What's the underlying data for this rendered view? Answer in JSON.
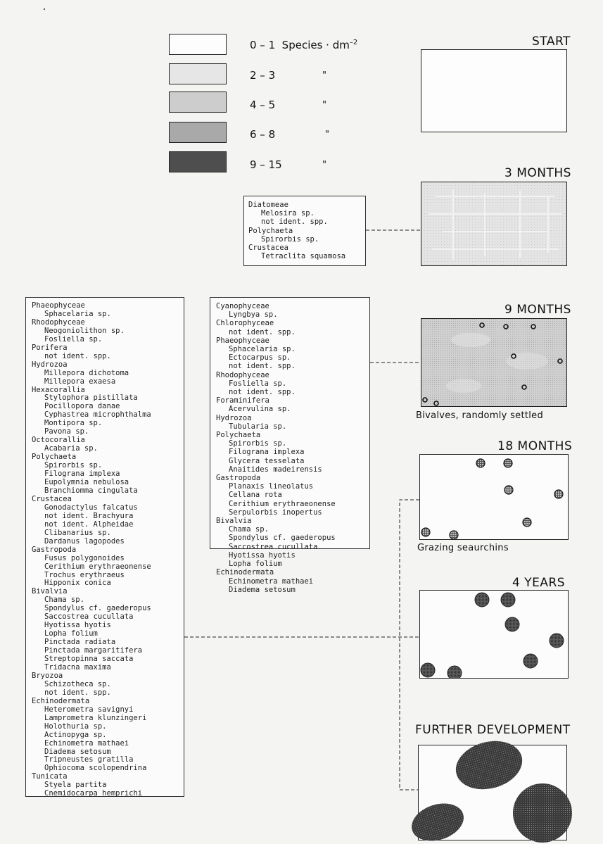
{
  "legend": {
    "items": [
      {
        "label": "0 – 1",
        "unit": "Species · dm",
        "exp": "–2",
        "fill": "#fdfdfd"
      },
      {
        "label": "2 – 3",
        "ditto": "\"",
        "fill": "#e6e6e6"
      },
      {
        "label": "4 – 5",
        "ditto": "\"",
        "fill": "#cdcdcd"
      },
      {
        "label": "6 – 8",
        "ditto": "\"",
        "fill": "#a9a9a9"
      },
      {
        "label": "9 – 15",
        "ditto": "\"",
        "fill": "#4e4e4e"
      }
    ]
  },
  "stages": {
    "start": {
      "title": "START"
    },
    "m3": {
      "title": "3 MONTHS"
    },
    "m9": {
      "title": "9 MONTHS",
      "caption": "Bivalves, randomly settled"
    },
    "m18": {
      "title": "18 MONTHS",
      "caption": "Grazing seaurchins"
    },
    "y4": {
      "title": "4 YEARS"
    },
    "further": {
      "title": "FURTHER DEVELOPMENT"
    }
  },
  "lists": {
    "list_3months": [
      {
        "group": "Diatomeae",
        "species": [
          "Melosira sp.",
          "not ident. spp."
        ]
      },
      {
        "group": "Polychaeta",
        "species": [
          "Spirorbis sp."
        ]
      },
      {
        "group": "Crustacea",
        "species": [
          "Tetraclita squamosa"
        ]
      }
    ],
    "list_9months": [
      {
        "group": "Cyanophyceae",
        "species": [
          "Lyngbya sp."
        ]
      },
      {
        "group": "Chlorophyceae",
        "species": [
          "not ident. spp."
        ]
      },
      {
        "group": "Phaeophyceae",
        "species": [
          "Sphacelaria sp.",
          "Ectocarpus sp.",
          "not ident. spp."
        ]
      },
      {
        "group": "Rhodophyceae",
        "species": [
          "Fosliella sp.",
          "not ident. spp."
        ]
      },
      {
        "group": "Foraminifera",
        "species": [
          "Acervulina sp."
        ]
      },
      {
        "group": "Hydrozoa",
        "species": [
          "Tubularia sp."
        ]
      },
      {
        "group": "Polychaeta",
        "species": [
          "Spirorbis sp.",
          "Filograna implexa",
          "Glycera tesselata",
          "Anaitides madeirensis"
        ]
      },
      {
        "group": "Gastropoda",
        "species": [
          "Planaxis lineolatus",
          "Cellana rota",
          "Cerithium erythraeonense",
          "Serpulorbis inopertus"
        ]
      },
      {
        "group": "Bivalvia",
        "species": [
          "Chama sp.",
          "Spondylus cf. gaederopus",
          "Saccostrea cucullata",
          "Hyotissa hyotis",
          "Lopha folium"
        ]
      },
      {
        "group": "Echinodermata",
        "species": [
          "Echinometra mathaei",
          "Diadema setosum"
        ]
      }
    ],
    "list_4years": [
      {
        "group": "Phaeophyceae",
        "species": [
          "Sphacelaria sp."
        ]
      },
      {
        "group": "Rhodophyceae",
        "species": [
          "Neogoniolithon sp.",
          "Fosliella sp."
        ]
      },
      {
        "group": "Porifera",
        "species": [
          "not ident. spp."
        ]
      },
      {
        "group": "Hydrozoa",
        "species": [
          "Millepora dichotoma",
          "Millepora exaesa"
        ]
      },
      {
        "group": "Hexacorallia",
        "species": [
          "Stylophora pistillata",
          "Pocillopora danae",
          "Cyphastrea microphthalma",
          "Montipora sp.",
          "Pavona sp."
        ]
      },
      {
        "group": "Octocorallia",
        "species": [
          "Acabaria sp."
        ]
      },
      {
        "group": "Polychaeta",
        "species": [
          "Spirorbis sp.",
          "Filograna implexa",
          "Eupolymnia nebulosa",
          "Branchiomma cingulata"
        ]
      },
      {
        "group": "Crustacea",
        "species": [
          "Gonodactylus falcatus",
          "not ident. Brachyura",
          "not ident. Alpheidae",
          "Clibanarius sp.",
          "Dardanus lagopodes"
        ]
      },
      {
        "group": "Gastropoda",
        "species": [
          "Fusus polygonoides",
          "Cerithium erythraeonense",
          "Trochus erythraeus",
          "Hipponix conica"
        ]
      },
      {
        "group": "Bivalvia",
        "species": [
          "Chama sp.",
          "Spondylus cf. gaederopus",
          "Saccostrea cucullata",
          "Hyotissa hyotis",
          "Lopha folium",
          "Pinctada radiata",
          "Pinctada margaritifera",
          "Streptopinna saccata",
          "Tridacna maxima"
        ]
      },
      {
        "group": "Bryozoa",
        "species": [
          "Schizotheca sp.",
          "not ident. spp."
        ]
      },
      {
        "group": "Echinodermata",
        "species": [
          "Heterometra savignyi",
          "Lamprometra klunzingeri",
          "Holothuria sp.",
          "Actinopyga sp.",
          "Echinometra mathaei",
          "Diadema setosum",
          "Tripneustes gratilla",
          "Ophiocoma scolopendrina"
        ]
      },
      {
        "group": "Tunicata",
        "species": [
          "Styela partita",
          "Cnemidocarpa hemprichi"
        ]
      }
    ]
  }
}
